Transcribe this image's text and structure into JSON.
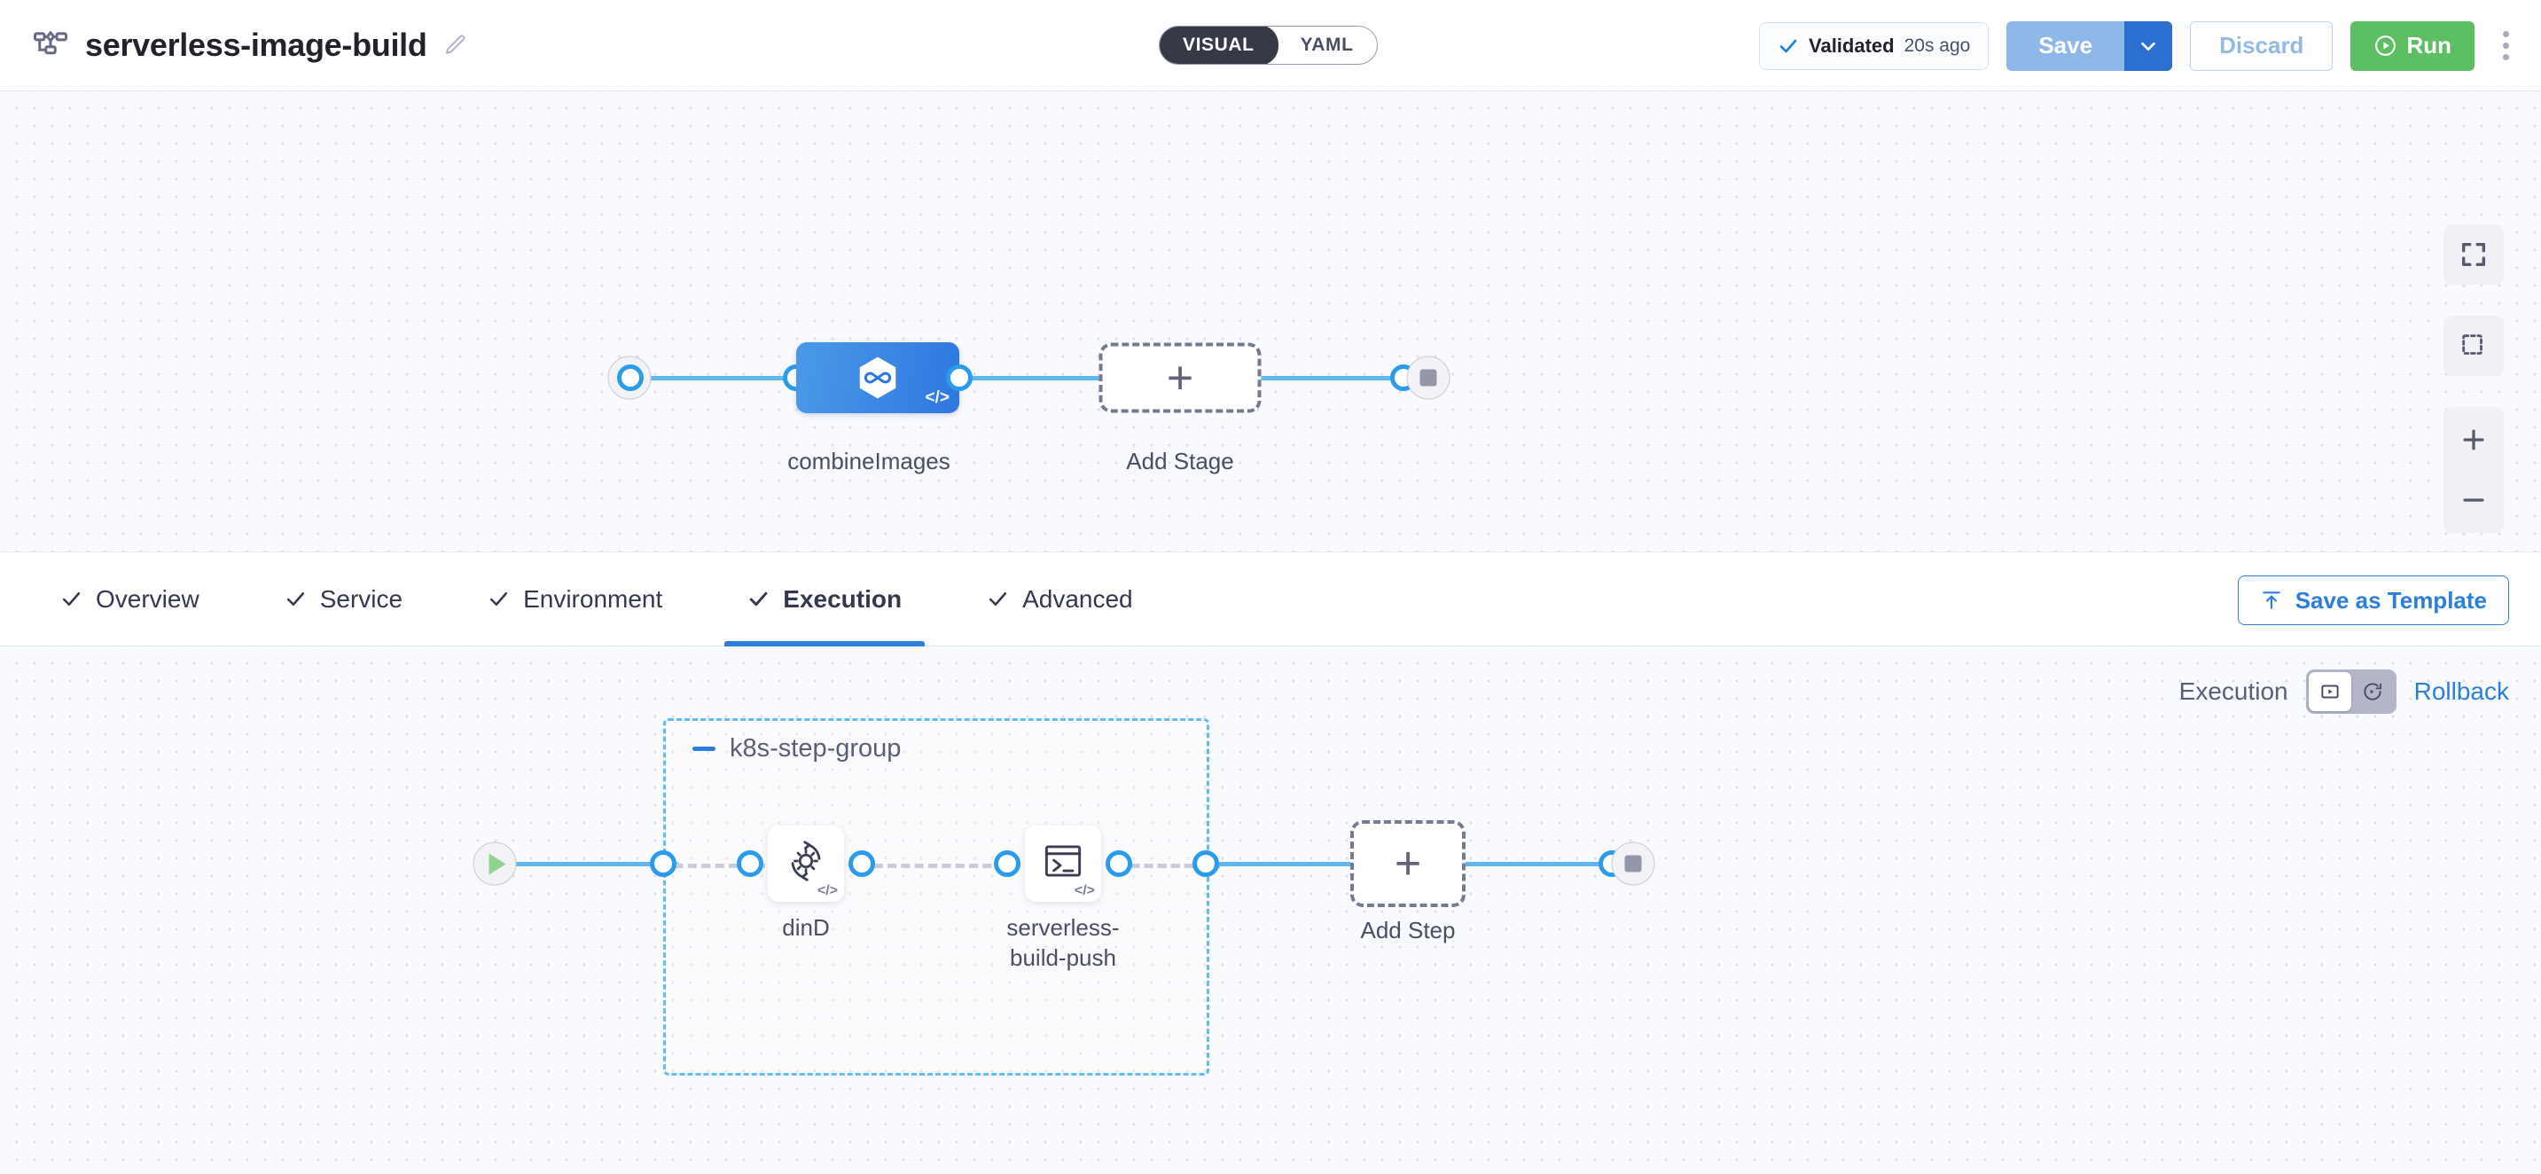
{
  "header": {
    "pipeline_icon": "pipeline-diagram-icon",
    "title": "serverless-image-build",
    "edit_icon": "pencil-icon",
    "mode_toggle": {
      "visual": "VISUAL",
      "yaml": "YAML",
      "selected": "VISUAL"
    },
    "validated": {
      "icon": "check-icon",
      "label": "Validated",
      "time": "20s ago"
    },
    "save_label": "Save",
    "save_caret_icon": "chevron-down-icon",
    "discard_label": "Discard",
    "run_label": "Run",
    "run_icon": "play-circle-icon",
    "more_icon": "kebab-menu-icon"
  },
  "stage_canvas": {
    "start_node": {
      "icon": "play-icon",
      "name": "pipeline-start"
    },
    "end_node": {
      "icon": "stop-icon",
      "name": "pipeline-end"
    },
    "stage": {
      "label": "combineImages",
      "icon": "harness-hexagon-icon",
      "code_badge": "</>"
    },
    "add_stage": {
      "label": "Add Stage",
      "icon": "plus-icon"
    },
    "controls": [
      {
        "name": "fit-to-screen-icon"
      },
      {
        "name": "selection-marquee-icon"
      },
      {
        "name": "zoom-in-icon"
      },
      {
        "name": "zoom-out-icon"
      }
    ]
  },
  "tabbar": {
    "tabs": [
      {
        "label": "Overview",
        "icon": "check-icon",
        "active": false
      },
      {
        "label": "Service",
        "icon": "check-icon",
        "active": false
      },
      {
        "label": "Environment",
        "icon": "check-icon",
        "active": false
      },
      {
        "label": "Execution",
        "icon": "check-icon",
        "active": true
      },
      {
        "label": "Advanced",
        "icon": "check-icon",
        "active": false
      }
    ],
    "save_as_template": {
      "label": "Save as Template",
      "icon": "upload-template-icon"
    }
  },
  "exec_switch": {
    "execution_label": "Execution",
    "rollback_label": "Rollback",
    "execution_icon": "execution-flow-icon",
    "rollback_icon": "rollback-clock-icon",
    "selected": "Execution"
  },
  "step_canvas": {
    "start_node": {
      "icon": "play-icon",
      "name": "execution-start"
    },
    "end_node": {
      "icon": "stop-icon",
      "name": "execution-end"
    },
    "group": {
      "name": "k8s-step-group",
      "collapse_icon": "minus-icon",
      "steps": [
        {
          "label": "dinD",
          "icon": "docker-in-docker-gear-icon",
          "code_badge": "</>"
        },
        {
          "label": "serverless-\nbuild-push",
          "label_line1": "serverless-",
          "label_line2": "build-push",
          "icon": "terminal-icon",
          "code_badge": "</>"
        }
      ]
    },
    "add_step": {
      "label": "Add Step",
      "icon": "plus-icon"
    }
  },
  "colors": {
    "accent_blue": "#2b7fd8",
    "edge_blue": "#5fb8ef",
    "run_green": "#5cbf62",
    "node_gradient_from": "#4a9ae8",
    "node_gradient_to": "#2e77e0",
    "group_border": "#62bdf2",
    "canvas_bg": "#f9fafd"
  }
}
